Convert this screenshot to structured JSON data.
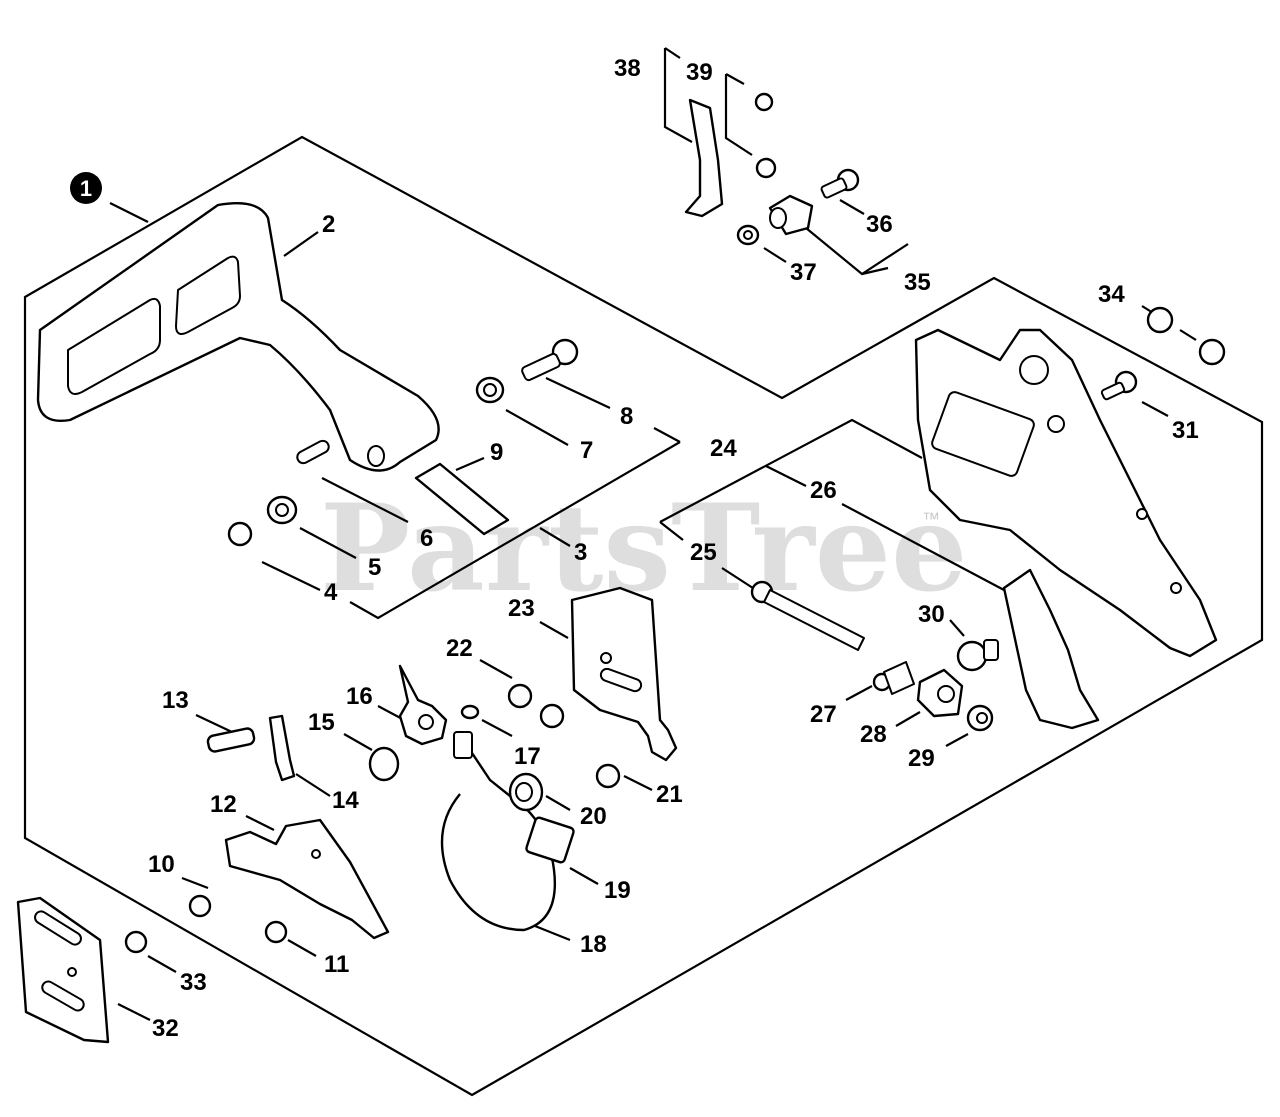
{
  "watermark": {
    "text": "PartsTree",
    "trademark": "™"
  },
  "callouts": [
    "1",
    "2",
    "3",
    "4",
    "5",
    "6",
    "7",
    "8",
    "9",
    "10",
    "11",
    "12",
    "13",
    "14",
    "15",
    "16",
    "17",
    "18",
    "19",
    "20",
    "21",
    "22",
    "23",
    "24",
    "25",
    "26",
    "27",
    "28",
    "29",
    "30",
    "31",
    "32",
    "33",
    "34",
    "35",
    "36",
    "37",
    "38",
    "39"
  ]
}
